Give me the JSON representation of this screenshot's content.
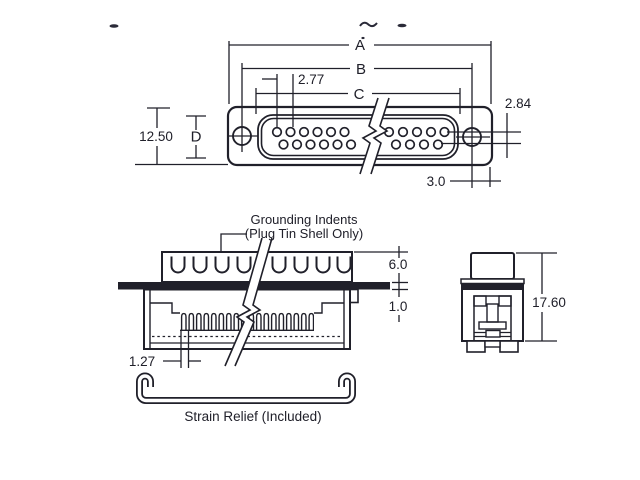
{
  "drawing": {
    "title_artifact": "cropped title text remnants",
    "labels": {
      "dim_a": "A",
      "dim_b": "B",
      "dim_c": "C",
      "dim_d": "D",
      "pin_pitch": "2.77",
      "shell_height": "12.50",
      "row_spacing": "2.84",
      "hole_to_edge": "3.0",
      "shell_depth": "6.0",
      "flange_thickness": "1.0",
      "idc_pitch": "1.27",
      "end_height": "17.60",
      "grounding_note_line1": "Grounding Indents",
      "grounding_note_line2": "(Plug Tin Shell Only)",
      "strain_relief_note": "Strain Relief (Included)"
    },
    "pins": {
      "face_top_row_visible": 11,
      "face_bottom_row_visible": 10,
      "grounding_indents_visible": 8
    },
    "colors": {
      "line": "#20202a",
      "background": "#ffffff",
      "dark_fill": "#20202a"
    }
  }
}
